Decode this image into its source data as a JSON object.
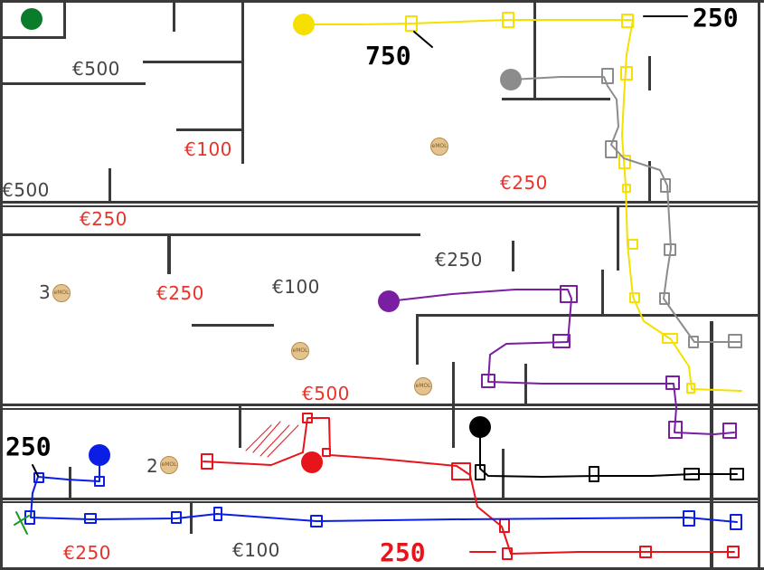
{
  "board": {
    "prize_labels": [
      {
        "id": "prize-500-a",
        "text": "€500",
        "color": "#444444"
      },
      {
        "id": "prize-100-a",
        "text": "€100",
        "color": "#e8332a"
      },
      {
        "id": "prize-500-b",
        "text": "€500",
        "color": "#444444"
      },
      {
        "id": "prize-250-a",
        "text": "€250",
        "color": "#e8332a"
      },
      {
        "id": "prize-250-b",
        "text": "€250",
        "color": "#e8332a"
      },
      {
        "id": "prize-250-c",
        "text": "€250",
        "color": "#e8332a"
      },
      {
        "id": "prize-100-b",
        "text": "€100",
        "color": "#444444"
      },
      {
        "id": "prize-250-d",
        "text": "€250",
        "color": "#444444"
      },
      {
        "id": "prize-500-c",
        "text": "€500",
        "color": "#e8332a"
      },
      {
        "id": "prize-250-e",
        "text": "€250",
        "color": "#e8332a"
      },
      {
        "id": "prize-100-c",
        "text": "€100",
        "color": "#444444"
      }
    ],
    "coin_counts": [
      "3",
      "2"
    ],
    "coin_text": "eMOL",
    "handwritten": {
      "left_amount": "250",
      "top_amount": "750",
      "top_right_amount": "250",
      "bottom_amount": "250"
    }
  },
  "players": [
    {
      "name": "green",
      "color": "#0a7d2c"
    },
    {
      "name": "yellow",
      "color": "#f5e000"
    },
    {
      "name": "gray",
      "color": "#8c8c8c"
    },
    {
      "name": "purple",
      "color": "#7b1fa2"
    },
    {
      "name": "red",
      "color": "#e8141c"
    },
    {
      "name": "black",
      "color": "#000000"
    },
    {
      "name": "blue",
      "color": "#0a1ee6"
    }
  ]
}
